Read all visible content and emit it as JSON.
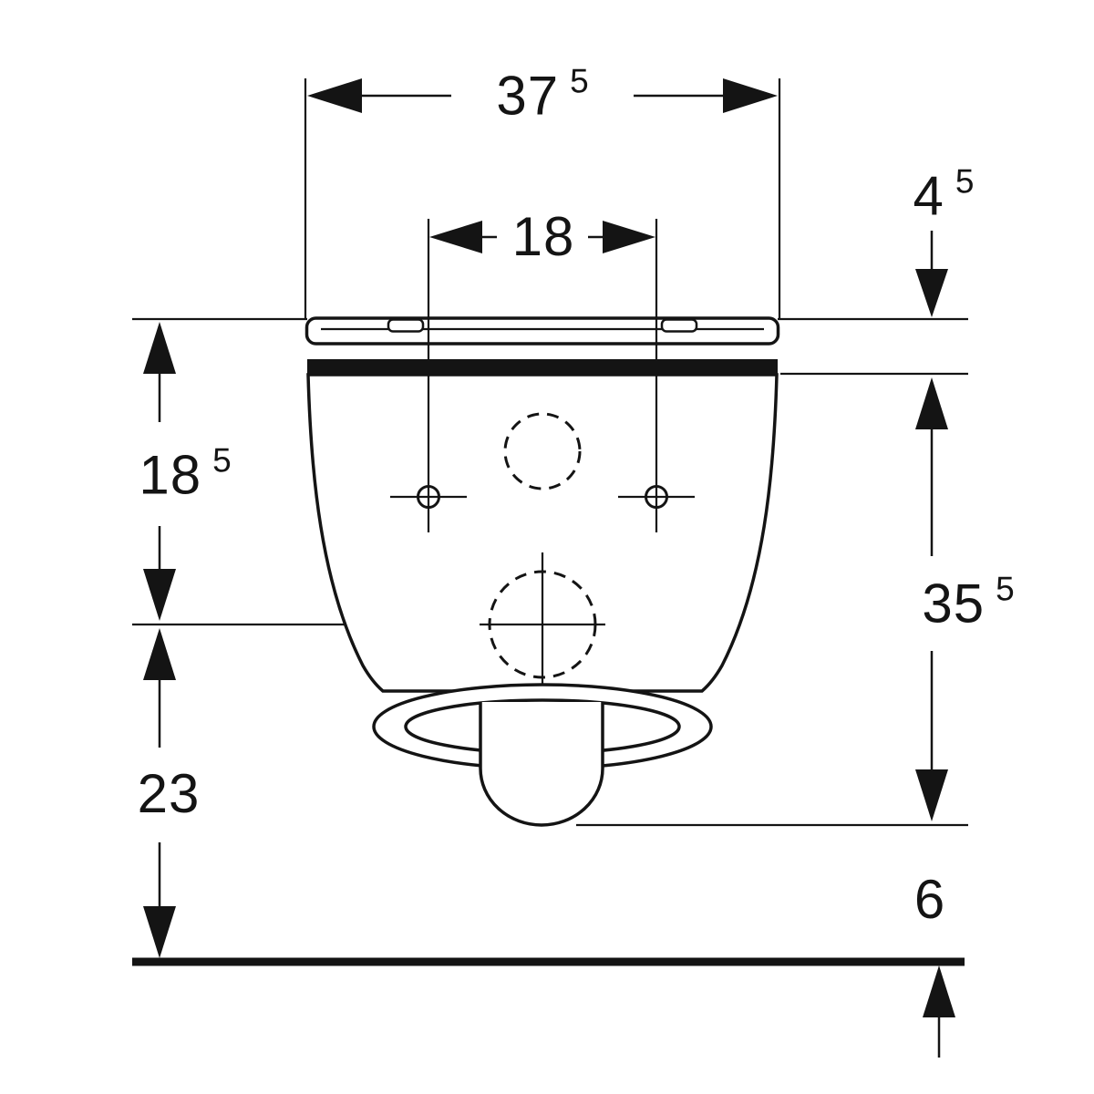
{
  "diagram": {
    "dimensions": {
      "overall_width": {
        "value": "37",
        "sup": "5"
      },
      "hole_spacing": {
        "value": "18",
        "sup": ""
      },
      "seat_height": {
        "value": "4",
        "sup": "5"
      },
      "top_to_outlet_axis": {
        "value": "18",
        "sup": "5"
      },
      "body_height": {
        "value": "35",
        "sup": "5"
      },
      "outlet_axis_to_floor": {
        "value": "23",
        "sup": ""
      },
      "outlet_to_floor": {
        "value": "6",
        "sup": ""
      }
    }
  }
}
